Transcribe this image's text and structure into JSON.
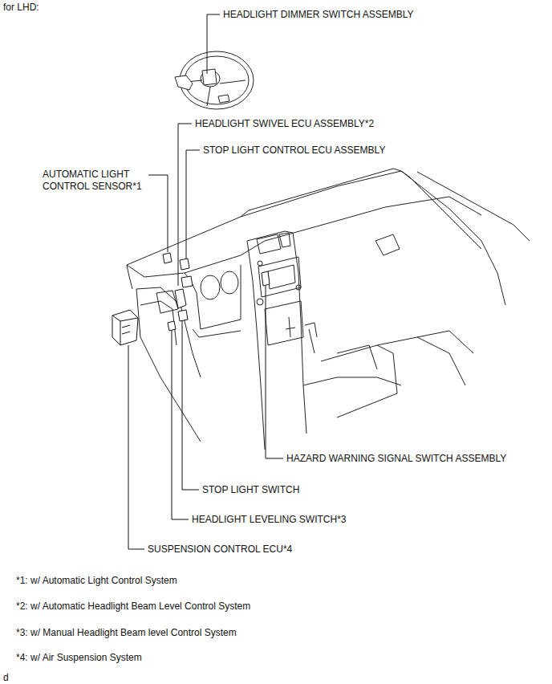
{
  "diagram": {
    "labels": [
      "for LHD:",
      "HEADLIGHT DIMMER SWITCH ASSEMBLY",
      "HEADLIGHT SWIVEL ECU ASSEMBLY*2",
      "STOP LIGHT CONTROL ECU ASSEMBLY",
      "AUTOMATIC LIGHT CONTROL SENSOR*1",
      "HAZARD WARNING SIGNAL SWITCH ASSEMBLY",
      "STOP LIGHT SWITCH",
      "HEADLIGHT LEVELING SWITCH*3",
      "SUSPENSION CONTROL ECU*4",
      "*1: w/ Automatic Light Control System",
      "*2: w/ Automatic Headlight Beam Level Control System",
      "*3: w/ Manual Headlight Beam level Control System",
      "*4: w/ Air Suspension System",
      "d"
    ]
  }
}
